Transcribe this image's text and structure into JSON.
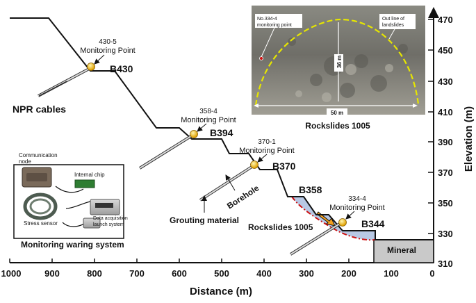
{
  "axes": {
    "x_label": "Distance (m)",
    "y_label": "Elevation (m)",
    "x_ticks": [
      "1000",
      "900",
      "800",
      "700",
      "600",
      "500",
      "400",
      "300",
      "200",
      "100",
      "0"
    ],
    "y_ticks": [
      "470",
      "450",
      "430",
      "410",
      "390",
      "370",
      "350",
      "330",
      "310"
    ]
  },
  "benches": [
    "B430",
    "B394",
    "B370",
    "B358",
    "B344"
  ],
  "monitoring_points": [
    {
      "id": "430-5",
      "label": "Monitoring Point"
    },
    {
      "id": "358-4",
      "label": "Monitoring Point"
    },
    {
      "id": "370-1",
      "label": "Monitoring Point"
    },
    {
      "id": "334-4",
      "label": "Monitoring Point"
    }
  ],
  "labels": {
    "npr_cables": "NPR cables",
    "borehole": "Borehole",
    "grouting_material": "Grouting material",
    "rockslides_section": "Rockslides 1005",
    "mineral": "Mineral"
  },
  "photo": {
    "caption": "Rockslides 1005",
    "annotations": {
      "monitoring_point": "No.334-4 monitoring point",
      "outline": "Out line of landslides",
      "height": "36 m",
      "width": "50 m"
    }
  },
  "system": {
    "caption": "Monitoring waring system",
    "components": {
      "communication_node": "Communication node",
      "internal_chip": "Internal chip",
      "stress_sensor": "Stress sensor",
      "daq": "Data acquisition launch system"
    }
  },
  "colors": {
    "profile": "#111111",
    "rockslide_fill": "#b8c8e4",
    "slip_surface": "#cc1111",
    "mineral_fill": "#c9c9c9",
    "outline_dash": "#e6e600",
    "sensor": "#f0c020",
    "arrow": "#f2a020"
  }
}
